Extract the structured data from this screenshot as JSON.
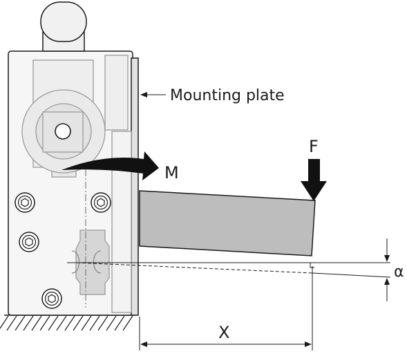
{
  "labels": {
    "mounting_plate": "Mounting plate",
    "force": "F",
    "moment": "M",
    "distance": "X",
    "angle": "α"
  },
  "colors": {
    "outline": "#1a1a1a",
    "housing_fill": "#f6f6f6",
    "ghost_stroke": "#9a9a9a",
    "ghost_fill": "#ececec",
    "beam_fill": "#bdbdbd",
    "arrow_fill": "#111111"
  }
}
